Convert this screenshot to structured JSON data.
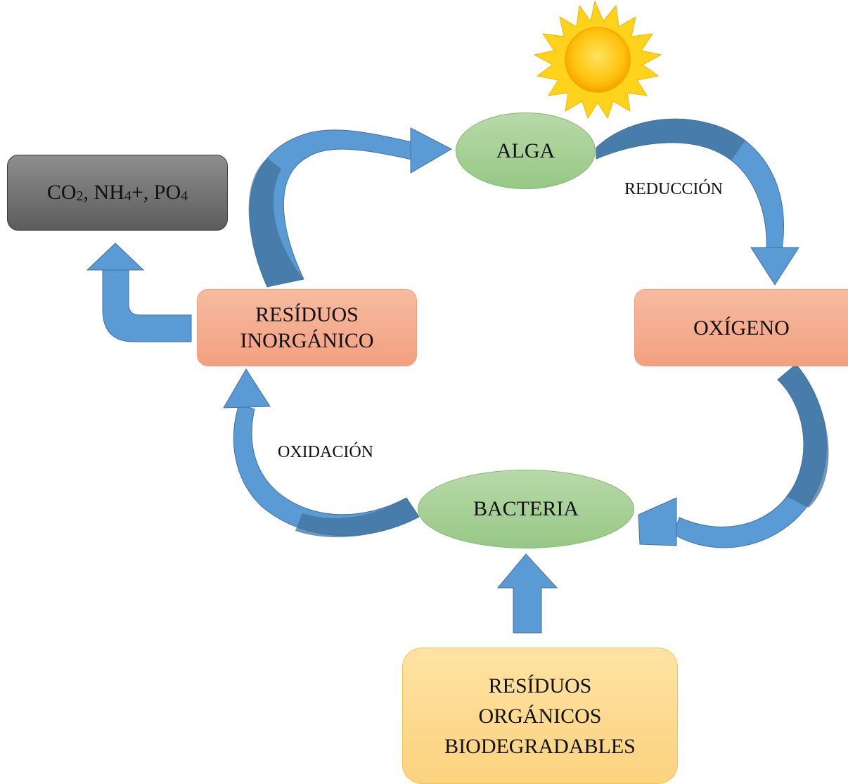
{
  "nodes": {
    "co2_box": {
      "line1": "CO",
      "sub1": "2",
      "line2": ", NH",
      "sub2": "4",
      "line3": "+, PO",
      "sub3": "4"
    },
    "alga": "ALGA",
    "residuos_inorganico": {
      "line1": "RESÍDUOS",
      "line2": "INORGÁNICO"
    },
    "oxigeno": "OXÍGENO",
    "bacteria": "BACTERIA",
    "residuos_organicos": {
      "line1": "RESÍDUOS",
      "line2": "ORGÁNICOS",
      "line3": "BIODEGRADABLES"
    }
  },
  "labels": {
    "reduccion": "REDUCCIÓN",
    "oxidacion": "OXIDACIÓN"
  },
  "colors": {
    "arrow_blue": "#5b9bd5",
    "arrow_dark": "#41719c",
    "sun_outer": "#ffd21c",
    "sun_core": "#ffb300"
  }
}
